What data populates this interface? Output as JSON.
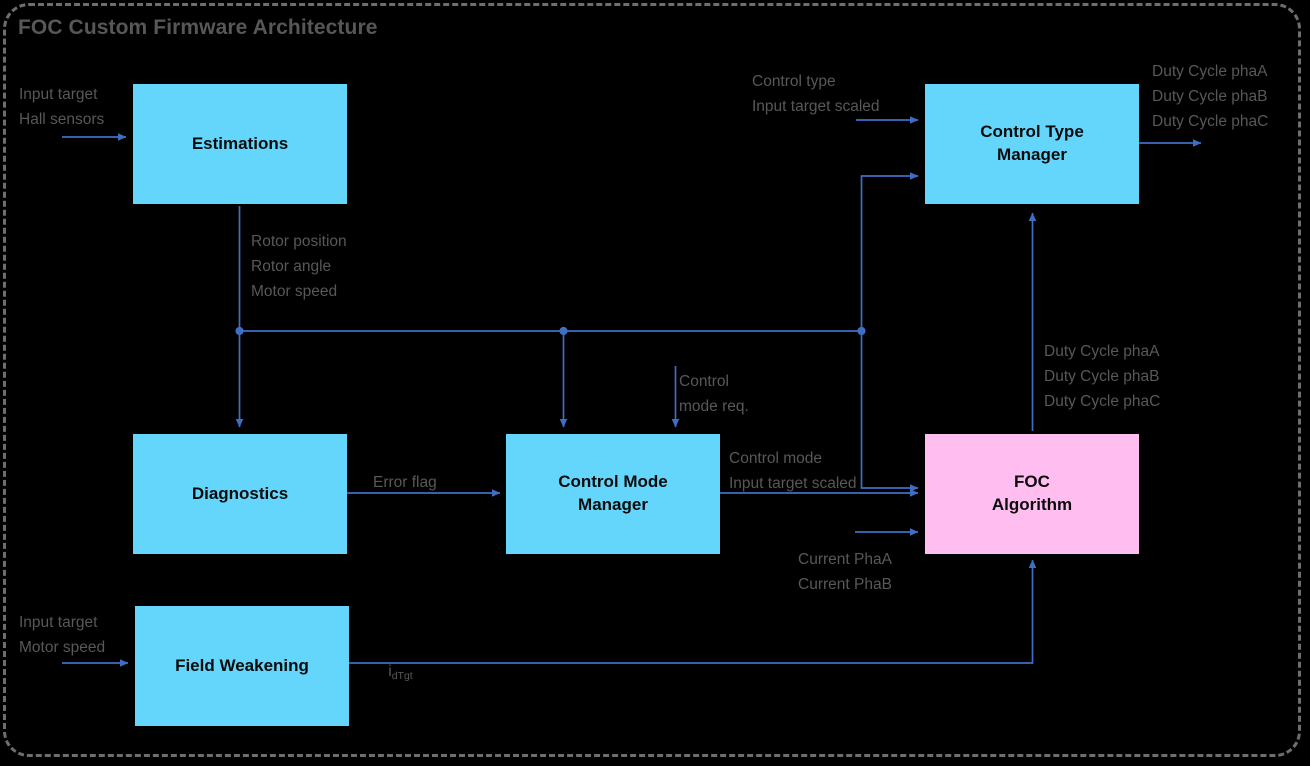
{
  "diagram": {
    "title": "FOC Custom Firmware Architecture",
    "colors": {
      "block_cyan": "#64d6fb",
      "block_pink": "#ffbdf0",
      "wire": "#3f6fc4",
      "label_text": "#585858",
      "frame": "#6e6e6e",
      "background": "#000000"
    },
    "nodes": [
      {
        "id": "estimations",
        "label": "Estimations",
        "fill": "cyan"
      },
      {
        "id": "diagnostics",
        "label": "Diagnostics",
        "fill": "cyan"
      },
      {
        "id": "control-mode-manager",
        "label": "Control Mode\nManager",
        "fill": "cyan"
      },
      {
        "id": "control-type-manager",
        "label": "Control Type\nManager",
        "fill": "cyan"
      },
      {
        "id": "foc-algorithm",
        "label": "FOC\nAlgorithm",
        "fill": "pink"
      },
      {
        "id": "field-weakening",
        "label": "Field Weakening",
        "fill": "cyan"
      }
    ],
    "signal_labels": [
      {
        "id": "estimations-input",
        "text": "Input target\nHall sensors"
      },
      {
        "id": "estimations-output",
        "text": "Rotor position\nRotor angle\nMotor speed"
      },
      {
        "id": "control-type-input",
        "text": "Control type\nInput target scaled"
      },
      {
        "id": "control-type-output",
        "text": "Duty Cycle phaA\nDuty Cycle phaB\nDuty Cycle phaC"
      },
      {
        "id": "foc-duty-output",
        "text": "Duty Cycle phaA\nDuty Cycle phaB\nDuty Cycle phaC"
      },
      {
        "id": "control-mode-request",
        "text": "Control\nmode req."
      },
      {
        "id": "error-flag",
        "text": "Error flag"
      },
      {
        "id": "control-mode-output",
        "text": "Control mode\nInput target scaled"
      },
      {
        "id": "current-phases",
        "text": "Current PhaA\nCurrent PhaB"
      },
      {
        "id": "field-weakening-input",
        "text": "Input target\nMotor speed"
      },
      {
        "id": "id-target-base",
        "text": "i"
      },
      {
        "id": "id-target-sub",
        "text": "dTgt"
      }
    ]
  }
}
